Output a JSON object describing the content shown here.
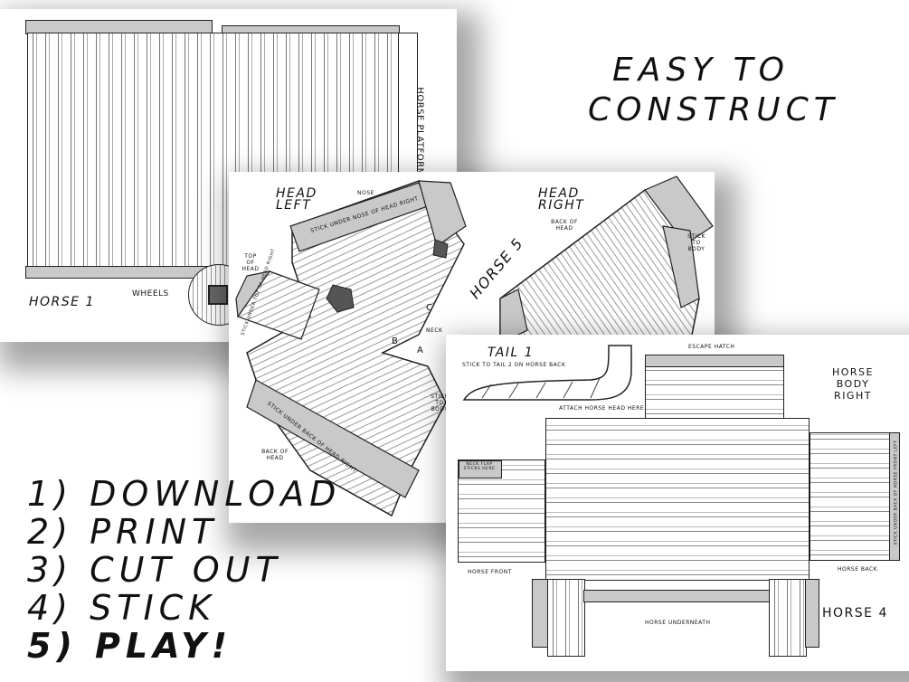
{
  "headline": {
    "line1": "EASY TO",
    "line2": "CONSTRUCT"
  },
  "steps": [
    {
      "num": "1)",
      "text": "DOWNLOAD"
    },
    {
      "num": "2)",
      "text": "PRINT"
    },
    {
      "num": "3)",
      "text": "CUT OUT"
    },
    {
      "num": "4)",
      "text": "STICK"
    },
    {
      "num": "5)",
      "text": "PLAY!"
    }
  ],
  "sheet_horse1": {
    "title": "HORSE 1",
    "platform": "HORSE PLATFORM",
    "wheels": "WHEELS"
  },
  "sheet_horse5": {
    "title": "HORSE 5",
    "head_left": "HEAD LEFT",
    "head_right": "HEAD RIGHT",
    "nose": "NOSE",
    "stick_nose": "STICK UNDER NOSE OF HEAD RIGHT",
    "top_of_head": "TOP OF HEAD",
    "stick_top": "STICK UNDER TOP OF HEAD RIGHT",
    "stick_back": "STICK UNDER BACK OF HEAD RIGHT",
    "back_of_head_left": "BACK OF HEAD",
    "back_of_head_right": "BACK OF HEAD",
    "stick_to_body_right": "STICK TO BODY",
    "stick_to_body_left": "STICK TO BODY",
    "neck": "NECK",
    "marker_a": "A",
    "marker_b": "B",
    "marker_c": "C"
  },
  "sheet_horse4": {
    "title": "HORSE 4",
    "tail": "TAIL 1",
    "tail_note": "STICK TO TAIL 2 ON HORSE BACK",
    "escape_hatch": "ESCAPE HATCH",
    "attach_head": "ATTACH HORSE HEAD HERE",
    "body_right": "HORSE BODY RIGHT",
    "neck_flap": "NECK FLAP STICKS HERE",
    "horse_front": "HORSE FRONT",
    "horse_back": "HORSE BACK",
    "underneath": "HORSE UNDERNEATH",
    "stick_back_front_left": "STICK UNDER BACK OF HORSE FRONT LEFT"
  }
}
